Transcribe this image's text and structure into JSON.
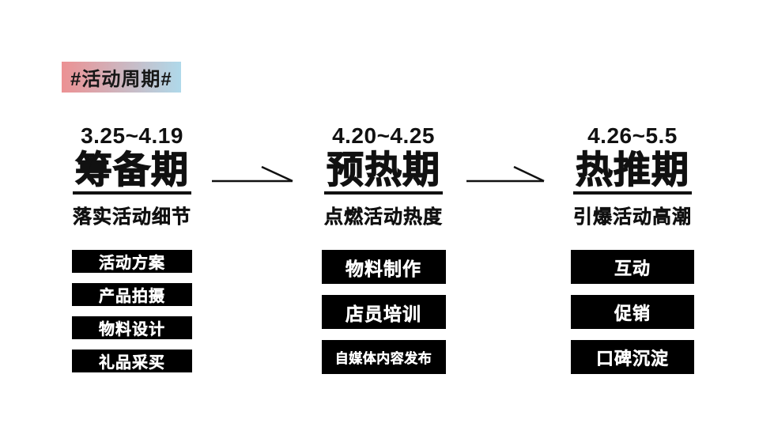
{
  "badge": {
    "label": "#活动周期#"
  },
  "phases": [
    {
      "date": "3.25~4.19",
      "title": "筹备期",
      "subtitle": "落实活动细节",
      "items": [
        "活动方案",
        "产品拍摄",
        "物料设计",
        "礼品采买"
      ]
    },
    {
      "date": "4.20~4.25",
      "title": "预热期",
      "subtitle": "点燃活动热度",
      "items": [
        "物料制作",
        "店员培训",
        "自媒体内容发布"
      ]
    },
    {
      "date": "4.26~5.5",
      "title": "热推期",
      "subtitle": "引爆活动高潮",
      "items": [
        "互动",
        "促销",
        "口碑沉淀"
      ]
    }
  ],
  "colors": {
    "badge_gradient_from": "#EC9193",
    "badge_gradient_to": "#AFD9EA",
    "bar_bg": "#000000",
    "bar_text": "#FFFFFF",
    "ink": "#111111",
    "background": "#FFFFFF"
  }
}
